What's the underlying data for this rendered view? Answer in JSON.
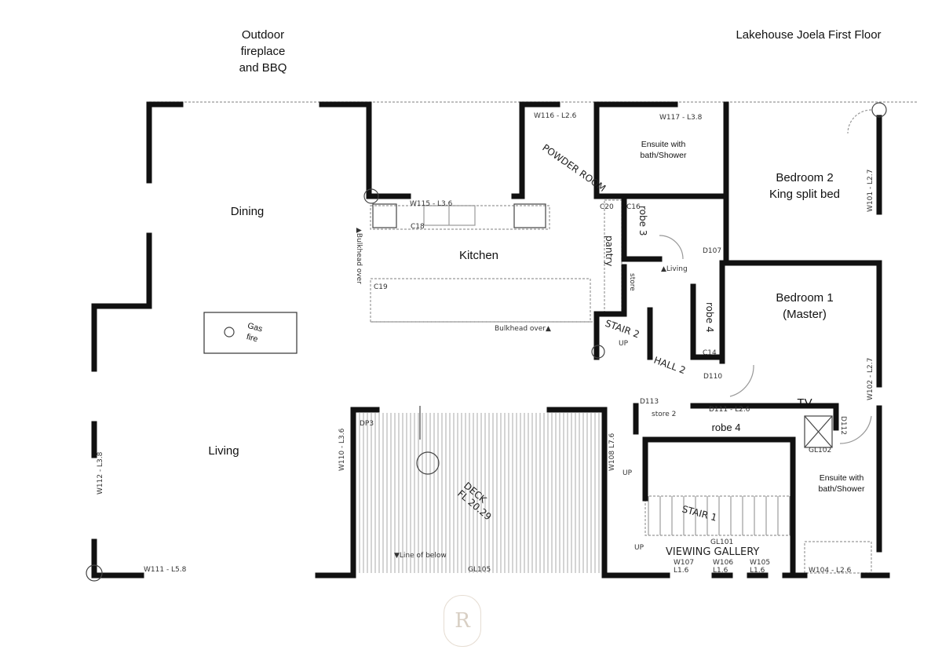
{
  "header": {
    "outdoor_note": "Outdoor\nfireplace\nand BBQ",
    "plan_title": "Lakehouse Joela First Floor"
  },
  "rooms": {
    "dining": "Dining",
    "living": "Living",
    "kitchen": "Kitchen",
    "gas_fire": "Gas\nfire",
    "ensuite_top": "Ensuite with\nbath/Shower",
    "bedroom2": "Bedroom 2\nKing split bed",
    "bedroom1": "Bedroom 1\n(Master)",
    "tv": "TV",
    "ensuite_bottom": "Ensuite with\nbath/Shower"
  },
  "plan_labels": {
    "powder_room": "POWDER ROOM",
    "w115": "W115 - L3.6",
    "w116": "W116 - L2.6",
    "w117": "W117 - L3.8",
    "c18": "C18",
    "c19": "C19",
    "c20": "C20",
    "c16": "C16",
    "c14": "C14",
    "bulkhead_left": "▲Bulkhead over",
    "bulkhead_bottom": "Bulkhead over▲",
    "pantry": "pantry",
    "robe3": "robe 3",
    "robe4_vert": "robe 4",
    "robe4": "robe 4",
    "store": "store",
    "store2": "store 2",
    "living_arrow": "▲Living",
    "stair2": "STAIR 2",
    "up1": "UP",
    "up2": "UP",
    "up3": "UP",
    "hall2": "HALL 2",
    "d110": "D110",
    "d111": "D111 - L2.6",
    "d113": "D113",
    "d112": "D112",
    "d107": "D107",
    "dp3": "DP3",
    "deck": "DECK",
    "deck_fl": "FL 20.29",
    "line_below": "▼Line of below",
    "gl105": "GL105",
    "w110": "W110 - L3.6",
    "w108": "W108 L7.6",
    "w112": "W112 - L3.8",
    "w111": "W111 - L5.8",
    "stair1": "STAIR 1",
    "gl101": "GL101",
    "viewing_gallery": "VIEWING GALLERY",
    "w107": "W107\nL1.6",
    "w106": "W106\nL1.6",
    "w105": "W105\nL1.6",
    "w104": "W104 - L2.6",
    "gl102": "GL102",
    "w101": "W101 - L2.7",
    "w102": "W102 - L2.7"
  },
  "logo": "R",
  "colors": {
    "wall": "#111111",
    "line": "#888888"
  }
}
